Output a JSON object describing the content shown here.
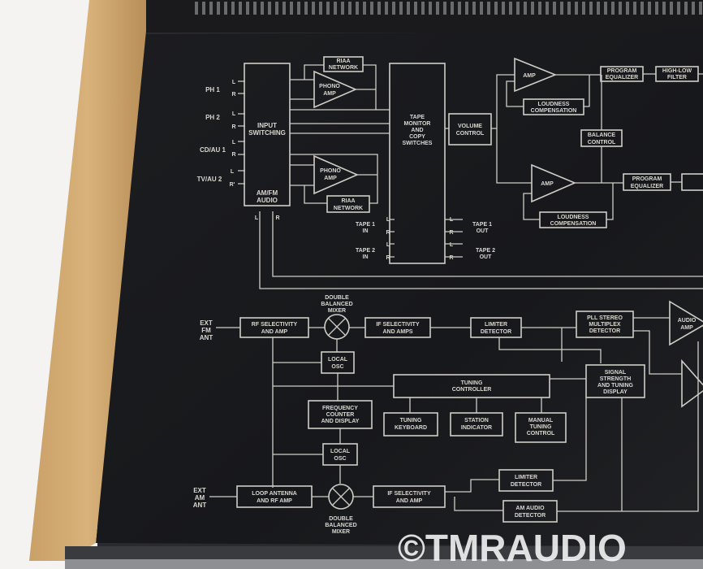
{
  "watermark": "©TMRAUDIO",
  "preamp": {
    "inputs": [
      "PH 1",
      "PH 2",
      "CD/AU 1",
      "TV/AU 2"
    ],
    "ch_l": "L",
    "ch_r": "R",
    "ch_r2": "R'",
    "input_switching": [
      "INPUT",
      "SWITCHING"
    ],
    "am_fm_audio": [
      "AM/FM",
      "AUDIO"
    ],
    "riaa_network": [
      "RIAA",
      "NETWORK"
    ],
    "phono_amp": [
      "PHONO",
      "AMP"
    ],
    "tape_monitor": [
      "TAPE",
      "MONITOR",
      "AND",
      "COPY",
      "SWITCHES"
    ],
    "volume_control": [
      "VOLUME",
      "CONTROL"
    ],
    "amp": "AMP",
    "loudness_compensation": [
      "LOUDNESS",
      "COMPENSATION"
    ],
    "balance_control": [
      "BALANCE",
      "CONTROL"
    ],
    "program_equalizer": [
      "PROGRAM",
      "EQUALIZER"
    ],
    "high_low_filter": [
      "HIGH-LOW",
      "FILTER"
    ],
    "tape1_in": [
      "TAPE 1",
      "IN"
    ],
    "tape2_in": [
      "TAPE 2",
      "IN"
    ],
    "tape1_out": [
      "TAPE 1",
      "OUT"
    ],
    "tape2_out": [
      "TAPE 2",
      "OUT"
    ]
  },
  "tuner": {
    "ext_fm_ant": [
      "EXT",
      "FM",
      "ANT"
    ],
    "ext_am_ant": [
      "EXT",
      "AM",
      "ANT"
    ],
    "rf_selectivity": [
      "RF SELECTIVITY",
      "AND AMP"
    ],
    "double_balanced_mixer": [
      "DOUBLE",
      "BALANCED",
      "MIXER"
    ],
    "if_selectivity_amps": [
      "IF SELECTIVITY",
      "AND AMPS"
    ],
    "if_selectivity_amp": [
      "IF SELECTIVITY",
      "AND AMP"
    ],
    "limiter_detector": [
      "LIMITER",
      "DETECTOR"
    ],
    "pll_stereo": [
      "PLL STEREO",
      "MULTIPLEX",
      "DETECTOR"
    ],
    "local_osc": [
      "LOCAL",
      "OSC"
    ],
    "tuning_controller": [
      "TUNING",
      "CONTROLLER"
    ],
    "signal_strength": [
      "SIGNAL",
      "STRENGTH",
      "AND TUNING",
      "DISPLAY"
    ],
    "freq_counter": [
      "FREQUENCY",
      "COUNTER",
      "AND DISPLAY"
    ],
    "tuning_keyboard": [
      "TUNING",
      "KEYBOARD"
    ],
    "station_indicator": [
      "STATION",
      "INDICATOR"
    ],
    "manual_tuning": [
      "MANUAL",
      "TUNING",
      "CONTROL"
    ],
    "loop_antenna": [
      "LOOP ANTENNA",
      "AND RF AMP"
    ],
    "am_audio_detector": [
      "AM AUDIO",
      "DETECTOR"
    ],
    "audio_amp": [
      "AUDIO",
      "AMP"
    ]
  }
}
